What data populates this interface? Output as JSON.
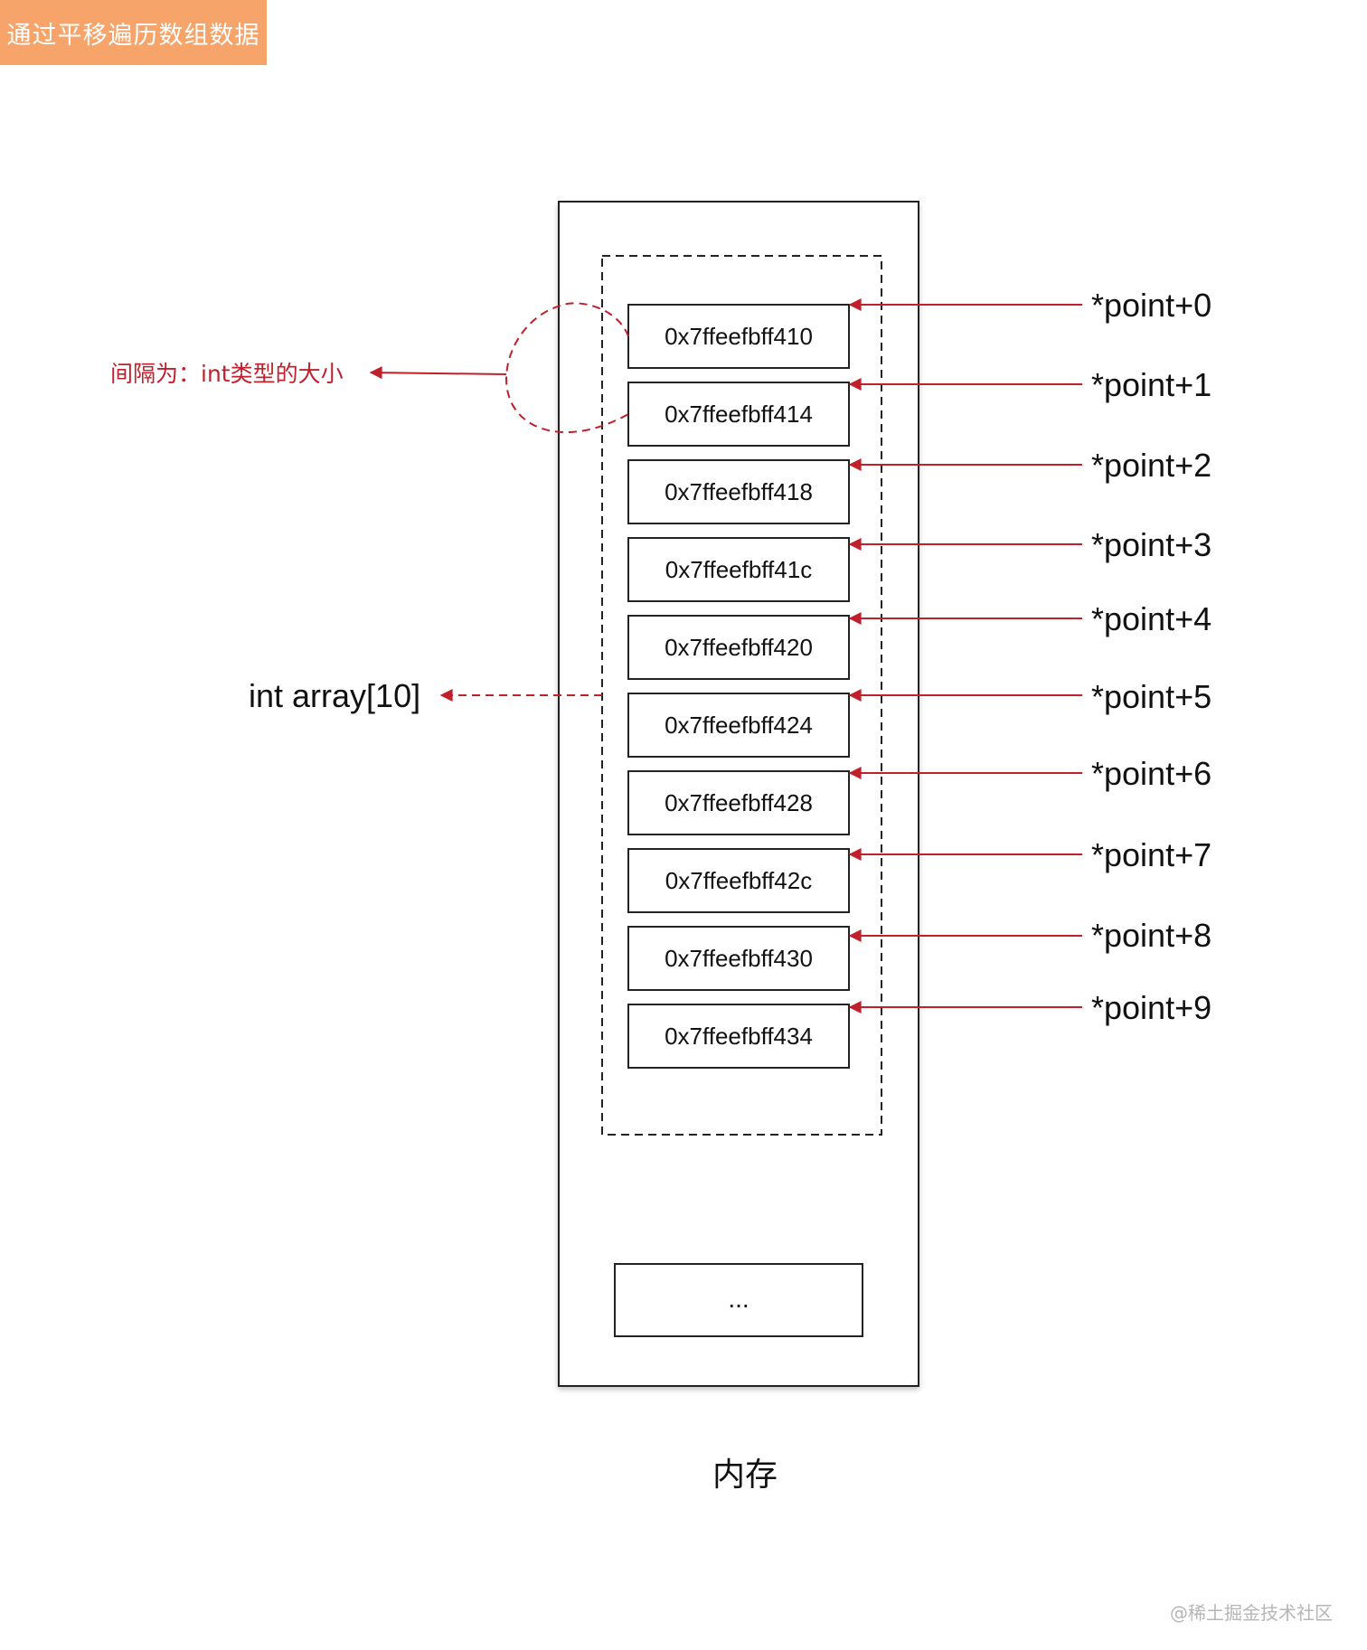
{
  "header": {
    "title": "通过平移遍历数组数据"
  },
  "memory": {
    "cells": [
      "0x7ffeefbff410",
      "0x7ffeefbff414",
      "0x7ffeefbff418",
      "0x7ffeefbff41c",
      "0x7ffeefbff420",
      "0x7ffeefbff424",
      "0x7ffeefbff428",
      "0x7ffeefbff42c",
      "0x7ffeefbff430",
      "0x7ffeefbff434"
    ],
    "ellipsis": "...",
    "label": "内存"
  },
  "pointers": [
    "*point+0",
    "*point+1",
    "*point+2",
    "*point+3",
    "*point+4",
    "*point+5",
    "*point+6",
    "*point+7",
    "*point+8",
    "*point+9"
  ],
  "annotations": {
    "interval": "间隔为：int类型的大小",
    "array": "int array[10]"
  },
  "colors": {
    "accent": "#c0202c",
    "badge": "#f6a46a"
  },
  "watermark": "@稀土掘金技术社区"
}
